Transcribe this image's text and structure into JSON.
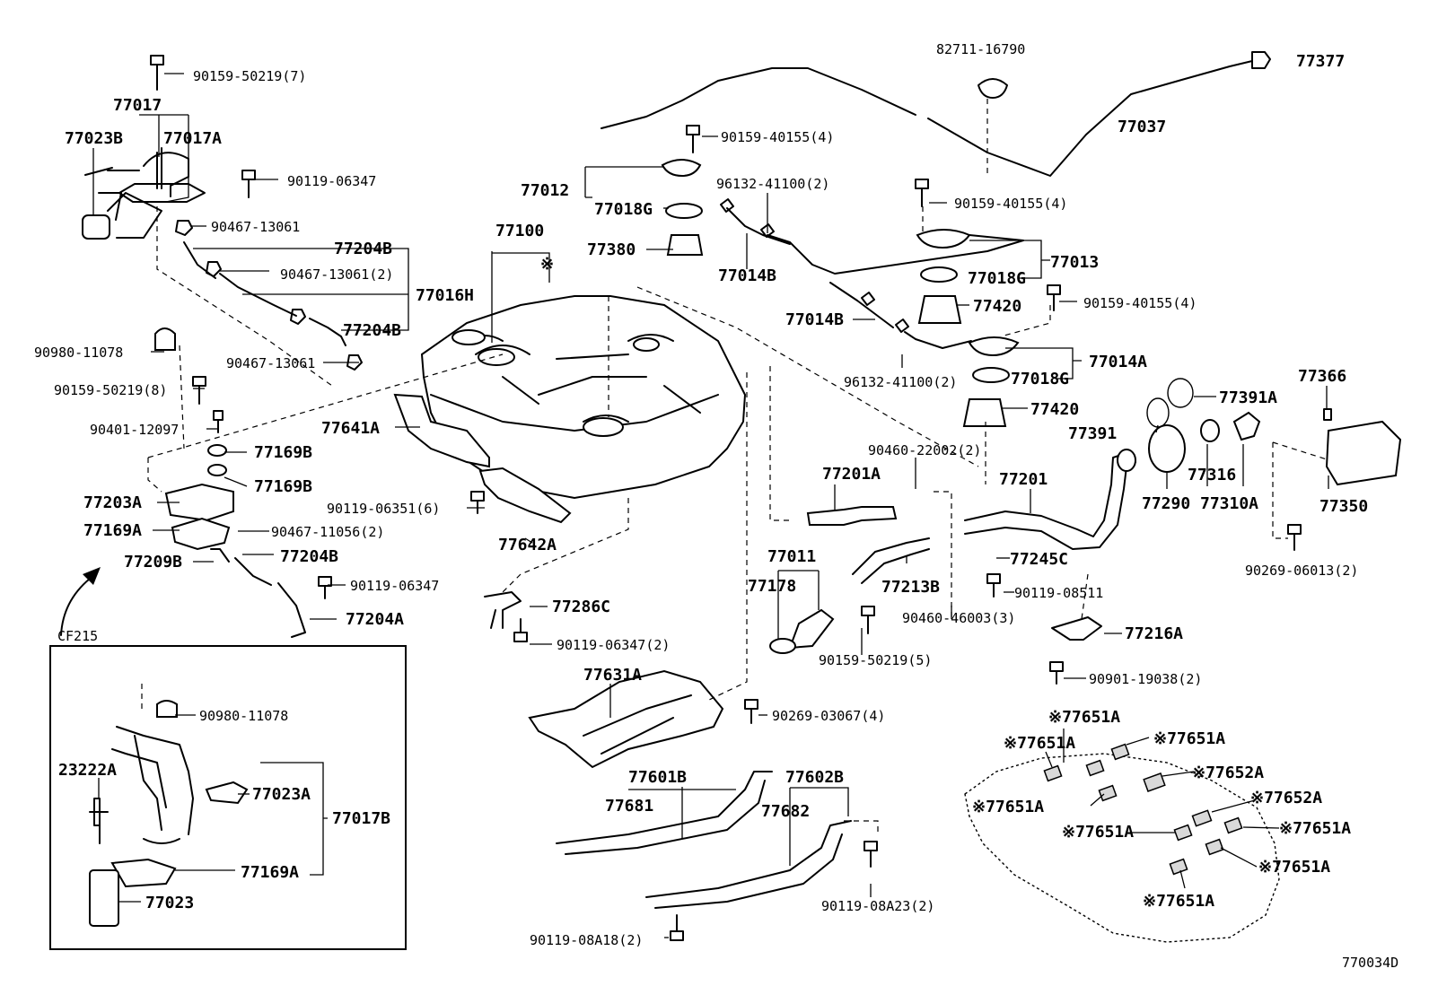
{
  "diagram_code": "770034D",
  "ref_note": "CF215",
  "part_labels": {
    "p82711": "82711-16790",
    "p77377": "77377",
    "p77037": "77037",
    "p90159_50219_7": "90159-50219(7)",
    "p77017": "77017",
    "p77023B": "77023B",
    "p77017A": "77017A",
    "p90119_06347_a": "90119-06347",
    "p90467_13061_a": "90467-13061",
    "p77204B_a": "77204B",
    "p90467_13061_2": "90467-13061(2)",
    "p77016H": "77016H",
    "p77204B_b": "77204B",
    "p90467_13061_b": "90467-13061",
    "p90980_11078_a": "90980-11078",
    "p90159_50219_8": "90159-50219(8)",
    "p90401_12097": "90401-12097",
    "p77169B_a": "77169B",
    "p77169B_b": "77169B",
    "p77203A": "77203A",
    "p90467_11056_2": "90467-11056(2)",
    "p77169A_a": "77169A",
    "p77204B_c": "77204B",
    "p77209B": "77209B",
    "p90119_06347_b": "90119-06347",
    "p77204A": "77204A",
    "p90159_40155_4a": "90159-40155(4)",
    "p77012": "77012",
    "p77018G_a": "77018G",
    "p96132_41100_2a": "96132-41100(2)",
    "p77100": "77100",
    "p77380": "77380",
    "p77014B_a": "77014B",
    "p90159_40155_4b": "90159-40155(4)",
    "p77013": "77013",
    "p77018G_b": "77018G",
    "p77420_a": "77420",
    "p90159_40155_4c": "90159-40155(4)",
    "p77014B_b": "77014B",
    "p77018G_c": "77018G",
    "p77014A": "77014A",
    "p96132_41100_2b": "96132-41100(2)",
    "p77420_b": "77420",
    "p77366": "77366",
    "p77391A": "77391A",
    "p77391": "77391",
    "p90460_22002_2": "90460-22002(2)",
    "p77641A": "77641A",
    "p90119_06351_6": "90119-06351(6)",
    "p77642A": "77642A",
    "p77201A": "77201A",
    "p77201": "77201",
    "p77316": "77316",
    "p77290": "77290",
    "p77310A": "77310A",
    "p77350": "77350",
    "p77245C": "77245C",
    "p77011": "77011",
    "p77178": "77178",
    "p77213B": "77213B",
    "p90119_08511": "90119-08511",
    "p90269_06013_2": "90269-06013(2)",
    "p90460_46003_3": "90460-46003(3)",
    "p77286C": "77286C",
    "p90119_06347_2": "90119-06347(2)",
    "p90159_50219_5": "90159-50219(5)",
    "p77216A": "77216A",
    "p90901_19038_2": "90901-19038(2)",
    "p77631A": "77631A",
    "p90269_03067_4": "90269-03067(4)",
    "p90980_11078_b": "90980-11078",
    "p23222A": "23222A",
    "p77023A": "77023A",
    "p77017B": "77017B",
    "p77169A_b": "77169A",
    "p77023": "77023",
    "p77601B": "77601B",
    "p77681": "77681",
    "p77602B": "77602B",
    "p77682": "77682",
    "p90119_08A23_2": "90119-08A23(2)",
    "p90119_08A18_2": "90119-08A18(2)",
    "n77651A_1": "※77651A",
    "n77651A_2": "※77651A",
    "n77651A_3": "※77651A",
    "n77652A_1": "※77652A",
    "n77651A_4": "※77651A",
    "n77652A_2": "※77652A",
    "n77651A_5": "※77651A",
    "n77651A_6": "※77651A",
    "n77651A_7": "※77651A",
    "n77651A_8": "※77651A",
    "note_mark": "※"
  }
}
